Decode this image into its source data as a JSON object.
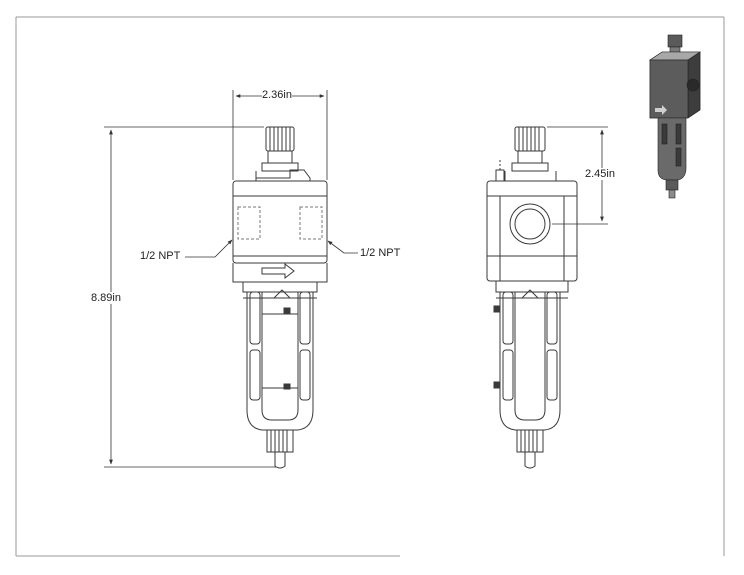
{
  "drawing": {
    "dimensions": {
      "overall_width": "2.36in",
      "overall_height": "8.89in",
      "port_to_top": "2.45in"
    },
    "ports": {
      "left": "1/2 NPT",
      "right": "1/2 NPT"
    }
  },
  "colors": {
    "line": "#3a3a3a",
    "frame": "#9a9a9a",
    "iso_dark": "#3d3d3d",
    "iso_mid": "#6e6e6e",
    "iso_light": "#a8a8a8"
  }
}
